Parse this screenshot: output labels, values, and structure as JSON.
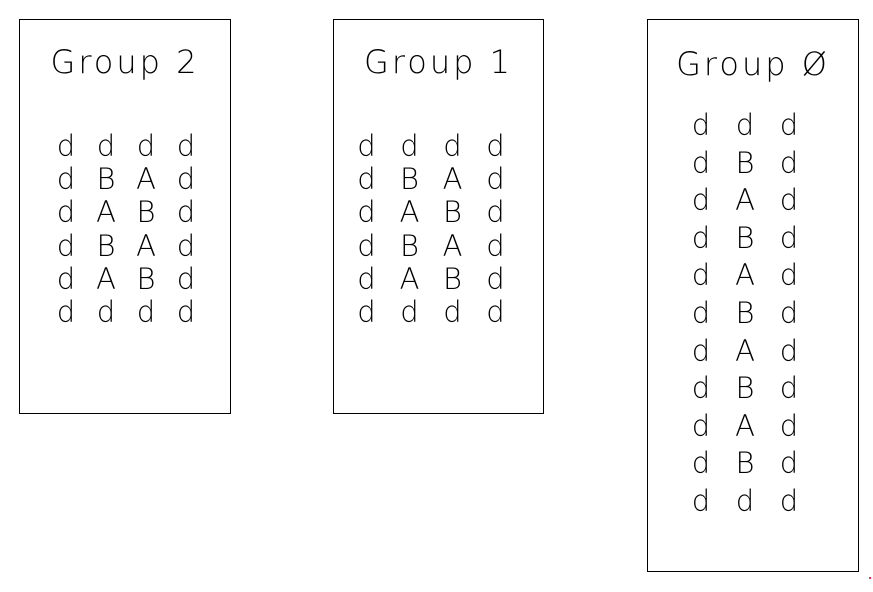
{
  "groups": [
    {
      "title": "Group 2",
      "rows": [
        [
          "d",
          "d",
          "d",
          "d"
        ],
        [
          "d",
          "B",
          "A",
          "d"
        ],
        [
          "d",
          "A",
          "B",
          "d"
        ],
        [
          "d",
          "B",
          "A",
          "d"
        ],
        [
          "d",
          "A",
          "B",
          "d"
        ],
        [
          "d",
          "d",
          "d",
          "d"
        ]
      ]
    },
    {
      "title": "Group 1",
      "rows": [
        [
          "d",
          "d",
          "d",
          "d"
        ],
        [
          "d",
          "B",
          "A",
          "d"
        ],
        [
          "d",
          "A",
          "B",
          "d"
        ],
        [
          "d",
          "B",
          "A",
          "d"
        ],
        [
          "d",
          "A",
          "B",
          "d"
        ],
        [
          "d",
          "d",
          "d",
          "d"
        ]
      ]
    },
    {
      "title": "Group Ø",
      "rows": [
        [
          "d",
          "d",
          "d"
        ],
        [
          "d",
          "B",
          "d"
        ],
        [
          "d",
          "A",
          "d"
        ],
        [
          "d",
          "B",
          "d"
        ],
        [
          "d",
          "A",
          "d"
        ],
        [
          "d",
          "B",
          "d"
        ],
        [
          "d",
          "A",
          "d"
        ],
        [
          "d",
          "B",
          "d"
        ],
        [
          "d",
          "A",
          "d"
        ],
        [
          "d",
          "B",
          "d"
        ],
        [
          "d",
          "d",
          "d"
        ]
      ]
    }
  ],
  "colors": {
    "stroke": "#000000",
    "background": "#ffffff",
    "marker": "#e53935"
  }
}
